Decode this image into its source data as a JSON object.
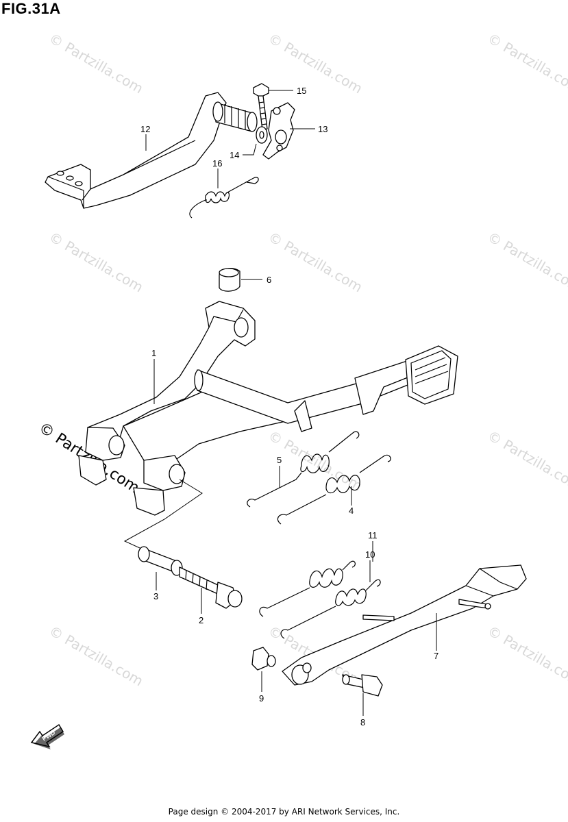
{
  "figure": {
    "title": "FIG.31A"
  },
  "watermarks": {
    "repeated_text": "© Partzilla.com",
    "main_text": "© Partzilla.com"
  },
  "callouts": [
    {
      "id": "1",
      "label": "1"
    },
    {
      "id": "2",
      "label": "2"
    },
    {
      "id": "3",
      "label": "3"
    },
    {
      "id": "4",
      "label": "4"
    },
    {
      "id": "5",
      "label": "5"
    },
    {
      "id": "6",
      "label": "6"
    },
    {
      "id": "7",
      "label": "7"
    },
    {
      "id": "8",
      "label": "8"
    },
    {
      "id": "9",
      "label": "9"
    },
    {
      "id": "10",
      "label": "10"
    },
    {
      "id": "11",
      "label": "11"
    },
    {
      "id": "12",
      "label": "12"
    },
    {
      "id": "13",
      "label": "13"
    },
    {
      "id": "14",
      "label": "14"
    },
    {
      "id": "15",
      "label": "15"
    },
    {
      "id": "16",
      "label": "16"
    }
  ],
  "fwd_badge": "FWD",
  "footer": {
    "text": "Page design © 2004-2017 by ARI Network Services, Inc."
  }
}
